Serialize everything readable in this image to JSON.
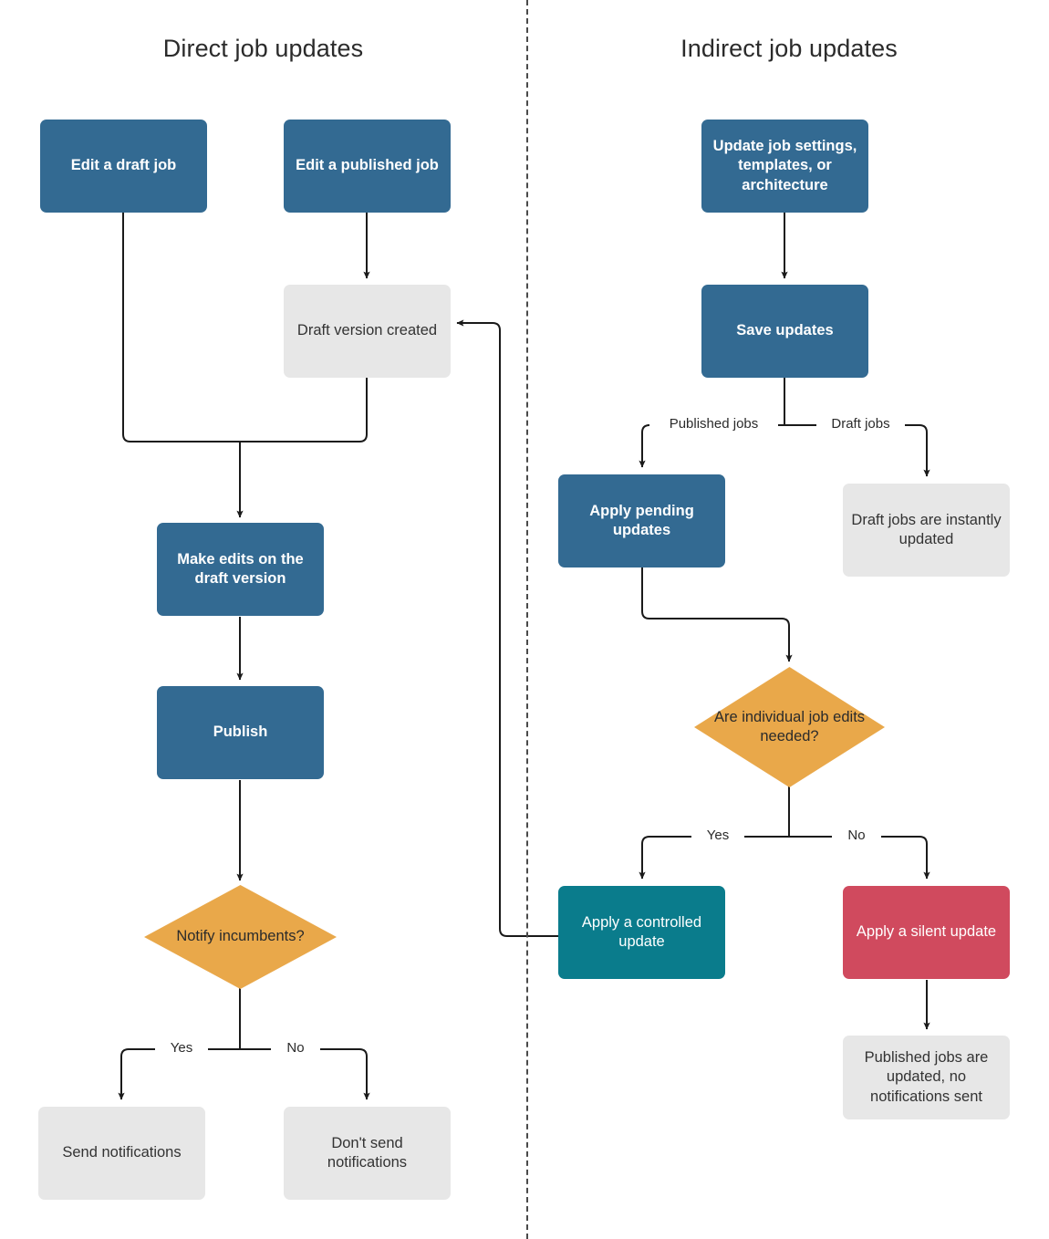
{
  "diagram": {
    "type": "flowchart",
    "columns": [
      {
        "id": "direct",
        "title": "Direct job updates"
      },
      {
        "id": "indirect",
        "title": "Indirect job updates"
      }
    ],
    "nodes": {
      "edit_draft_job": "Edit a draft job",
      "edit_published_job": "Edit a published job",
      "draft_version_created": "Draft version created",
      "make_edits": "Make edits on the draft version",
      "publish": "Publish",
      "notify_incumbents": "Notify incumbents?",
      "send_notifications": "Send notifications",
      "dont_send_notifications": "Don't send notifications",
      "update_job_settings": "Update job settings, templates, or architecture",
      "save_updates": "Save updates",
      "apply_pending_updates": "Apply pending updates",
      "draft_jobs_instant": "Draft jobs are instantly updated",
      "are_individual_edits": "Are individual job edits needed?",
      "apply_controlled_update": "Apply a controlled update",
      "apply_silent_update": "Apply a silent update",
      "published_jobs_updated": "Published jobs are updated, no notifications sent"
    },
    "edge_labels": {
      "notify_yes": "Yes",
      "notify_no": "No",
      "published_jobs": "Published jobs",
      "draft_jobs": "Draft jobs",
      "edits_yes": "Yes",
      "edits_no": "No"
    },
    "colors": {
      "process": "#336a92",
      "terminal": "#e7e7e7",
      "decision": "#e9a84a",
      "controlled": "#0a7c8c",
      "silent": "#d04a5e",
      "edge": "#1a1a1a",
      "divider": "#4a4a4a",
      "background": "#ffffff"
    }
  }
}
